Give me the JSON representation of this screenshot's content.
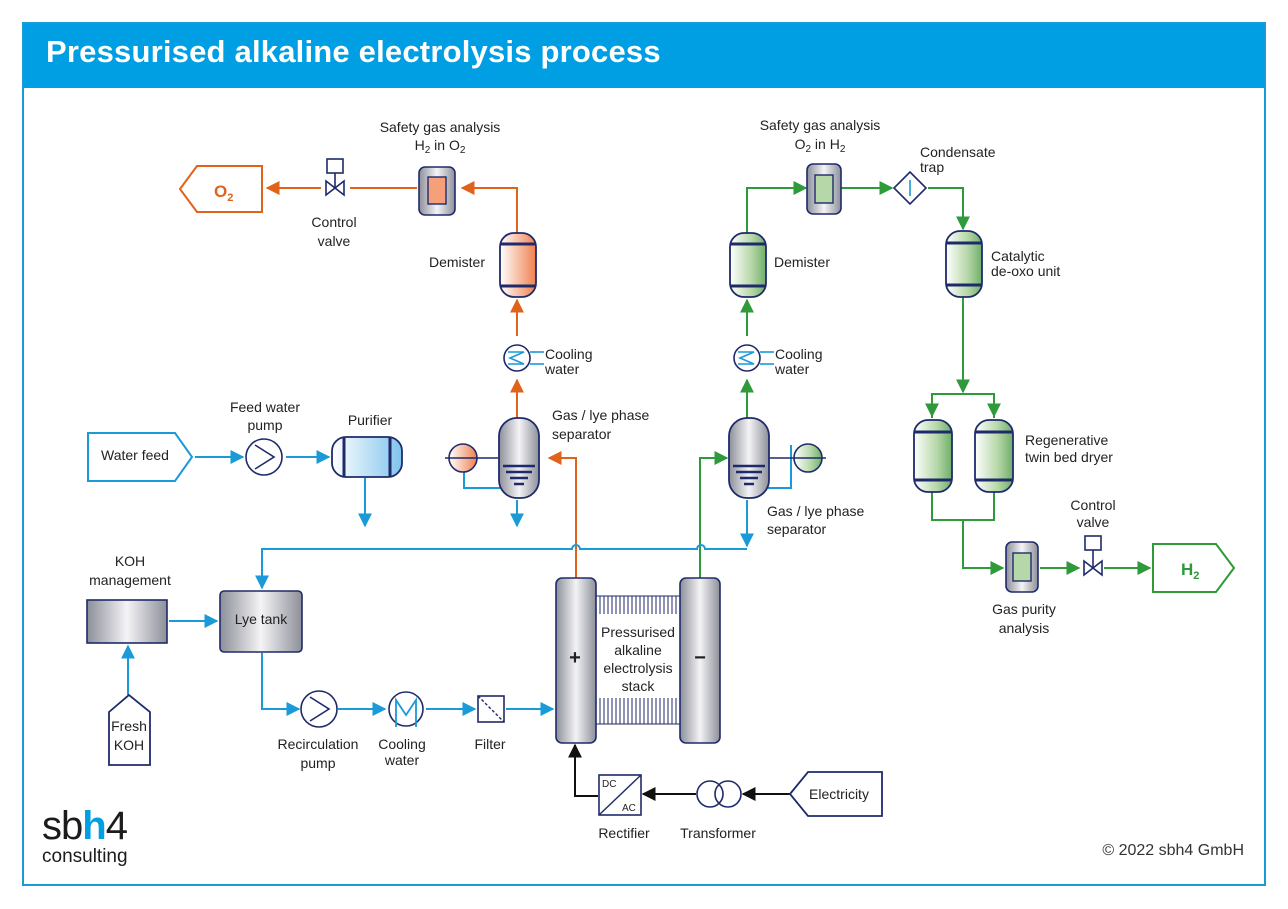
{
  "title": "Pressurised alkaline electrolysis process",
  "labels": {
    "o2_out": "O",
    "h2_out": "H",
    "safety_o2_l1": "Safety gas analysis",
    "safety_o2_l2": "H",
    "safety_o2_l2b": " in O",
    "safety_h2_l1": "Safety gas analysis",
    "safety_h2_l2": "O",
    "safety_h2_l2b": " in H",
    "sub2": "2",
    "control_valve_o2_1": "Control",
    "control_valve_o2_2": "valve",
    "demister_o2": "Demister",
    "demister_h2": "Demister",
    "cooling_o2_1": "Cooling",
    "cooling_o2_2": "water",
    "cooling_h2_1": "Cooling",
    "cooling_h2_2": "water",
    "sep_o2_1": "Gas / lye phase",
    "sep_o2_2": "separator",
    "sep_h2_1": "Gas / lye phase",
    "sep_h2_2": "separator",
    "condensate_1": "Condensate",
    "condensate_2": "trap",
    "deoxo_1": "Catalytic",
    "deoxo_2": "de-oxo unit",
    "dryer_1": "Regenerative",
    "dryer_2": "twin bed dryer",
    "control_valve_h2_1": "Control",
    "control_valve_h2_2": "valve",
    "purity_1": "Gas purity",
    "purity_2": "analysis",
    "feed_pump_1": "Feed water",
    "feed_pump_2": "pump",
    "purifier": "Purifier",
    "water_feed": "Water feed",
    "koh_1": "KOH",
    "koh_2": "management",
    "lye_tank": "Lye tank",
    "fresh_koh_1": "Fresh",
    "fresh_koh_2": "KOH",
    "recirc_1": "Recirculation",
    "recirc_2": "pump",
    "cooling_lye_1": "Cooling",
    "cooling_lye_2": "water",
    "filter": "Filter",
    "stack_1": "Pressurised",
    "stack_2": "alkaline",
    "stack_3": "electrolysis",
    "stack_4": "stack",
    "plus": "+",
    "minus": "−",
    "rectifier": "Rectifier",
    "dc": "DC",
    "ac": "AC",
    "transformer": "Transformer",
    "electricity": "Electricity"
  },
  "footer": {
    "logo_a": "sb",
    "logo_h": "h",
    "logo_b": "4",
    "logo_sub": "consulting",
    "copyright": "© 2022 sbh4 GmbH"
  },
  "colors": {
    "blue": "#1a9ad6",
    "orange": "#e0621b",
    "green": "#2e9a3a",
    "dark": "#1f2a6b"
  }
}
